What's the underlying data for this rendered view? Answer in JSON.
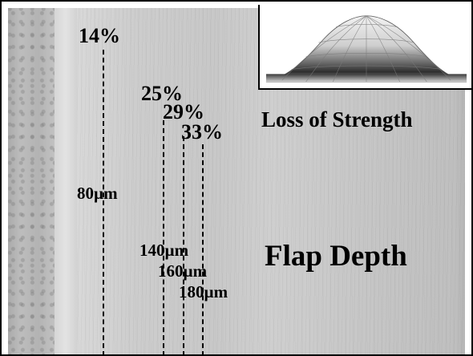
{
  "labels": {
    "loss_of_strength": "Loss of Strength",
    "flap_depth": "Flap Depth"
  },
  "markers": [
    {
      "percent": "14%",
      "depth": "80µm"
    },
    {
      "percent": "25%",
      "depth": "140µm"
    },
    {
      "percent": "29%",
      "depth": "160µm"
    },
    {
      "percent": "33%",
      "depth": "180µm"
    }
  ],
  "colors": {
    "ink": "#000000",
    "tissue": "#c8c8c8"
  },
  "icons": {
    "inset": "cornea-dome-icon"
  }
}
